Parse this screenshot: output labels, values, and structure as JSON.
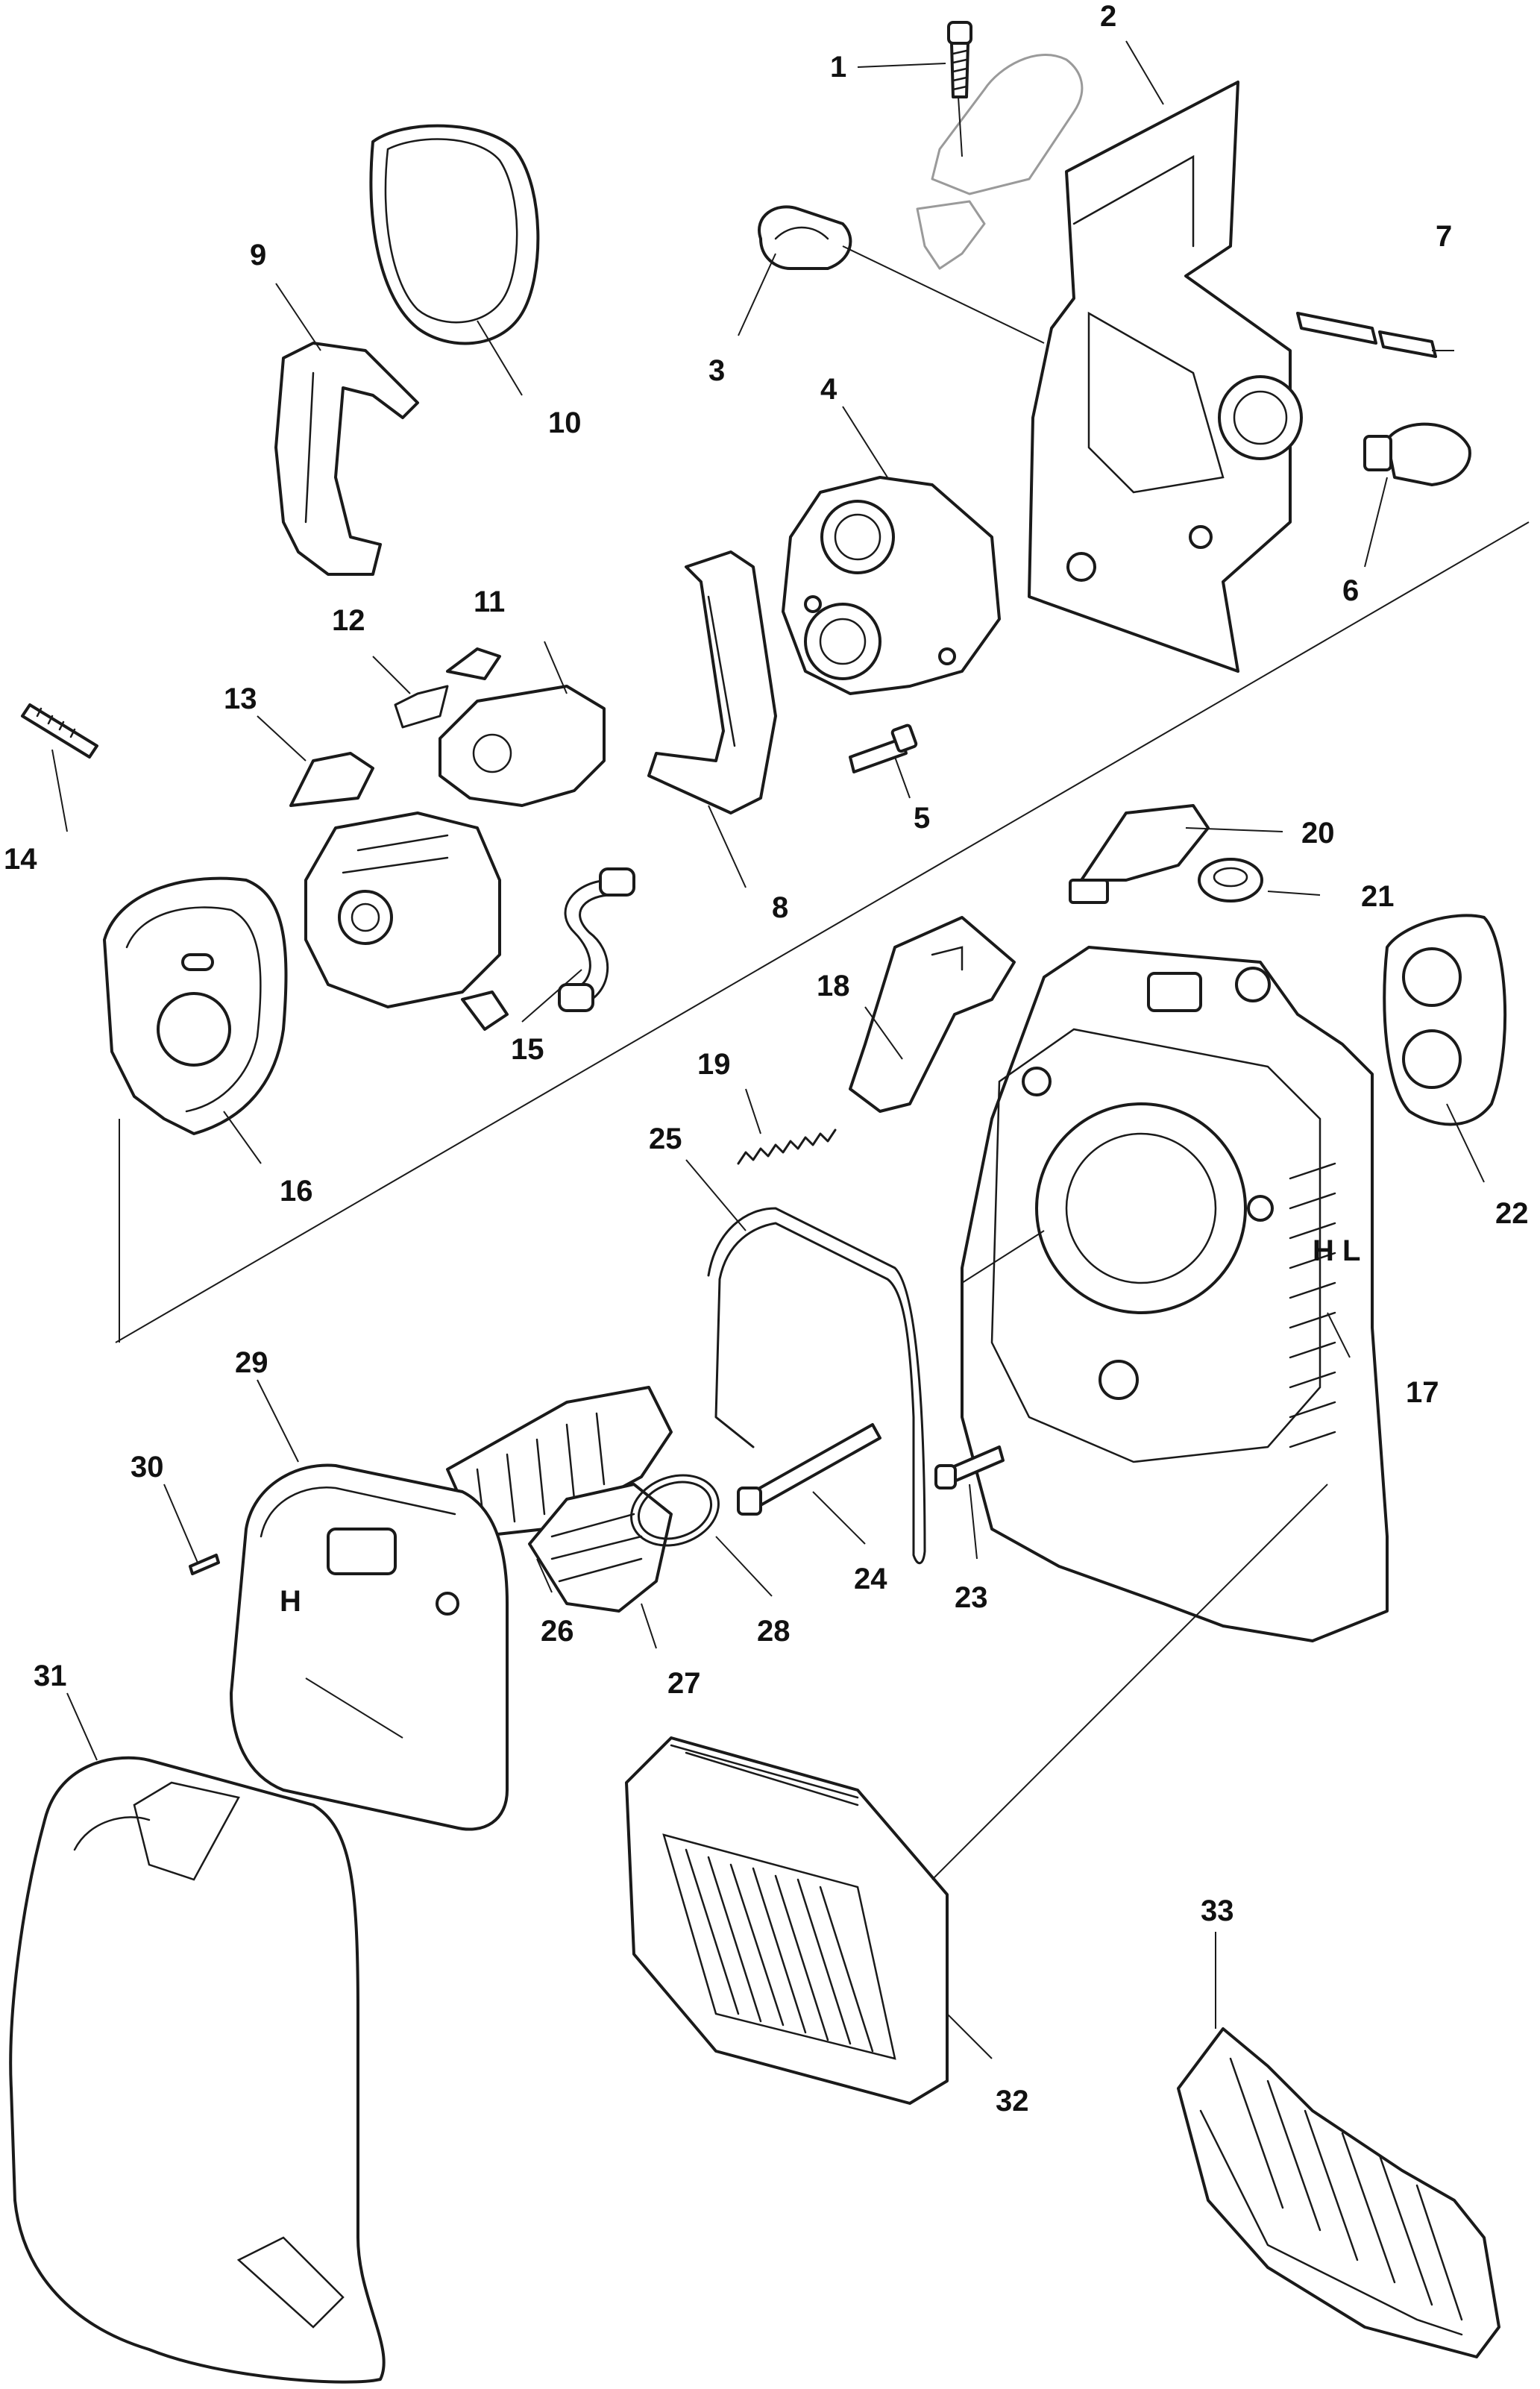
{
  "diagram": {
    "callouts": [
      "1",
      "2",
      "3",
      "4",
      "5",
      "6",
      "7",
      "8",
      "9",
      "10",
      "11",
      "12",
      "13",
      "14",
      "15",
      "16",
      "17",
      "18",
      "19",
      "20",
      "21",
      "22",
      "23",
      "24",
      "25",
      "26",
      "27",
      "28",
      "29",
      "30",
      "31",
      "32",
      "33"
    ],
    "logo_text": "H",
    "dial_marks": [
      "H",
      "L"
    ]
  }
}
